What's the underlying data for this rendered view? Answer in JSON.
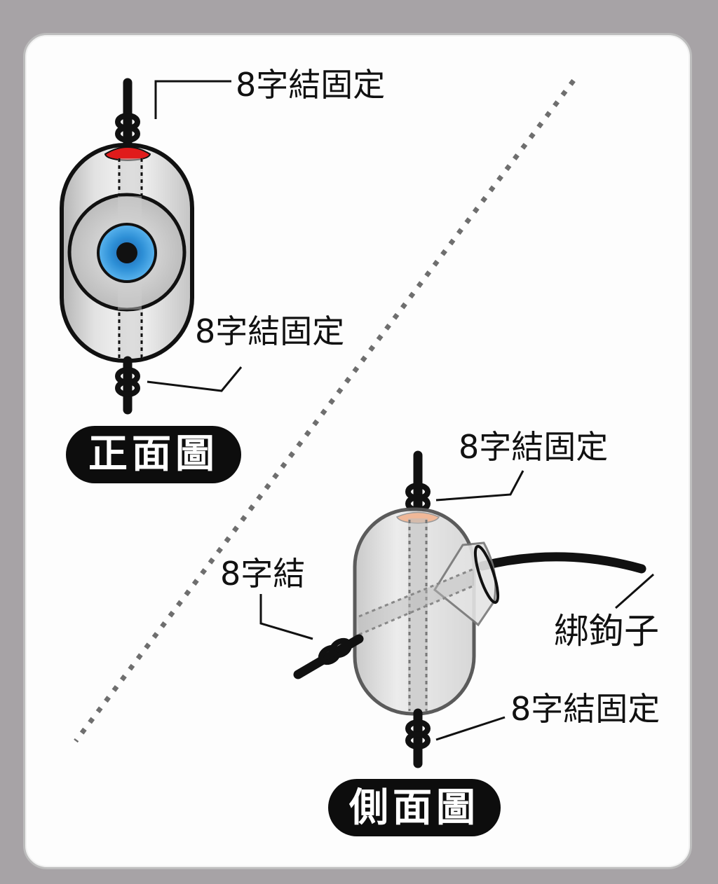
{
  "front_view": {
    "top_label": "8字結固定",
    "bottom_label": "8字結固定",
    "title": "正面圖"
  },
  "side_view": {
    "top_label": "8字結固定",
    "side_knot_label": "8字結",
    "hook_label": "綁鉤子",
    "bottom_label": "8字結固定",
    "title": "側面圖"
  },
  "colors": {
    "accent_red": "#e01b1b",
    "eye_blue": "#2d8fd6",
    "pill_bg": "#0d0d0d",
    "peach": "#f0b898"
  }
}
